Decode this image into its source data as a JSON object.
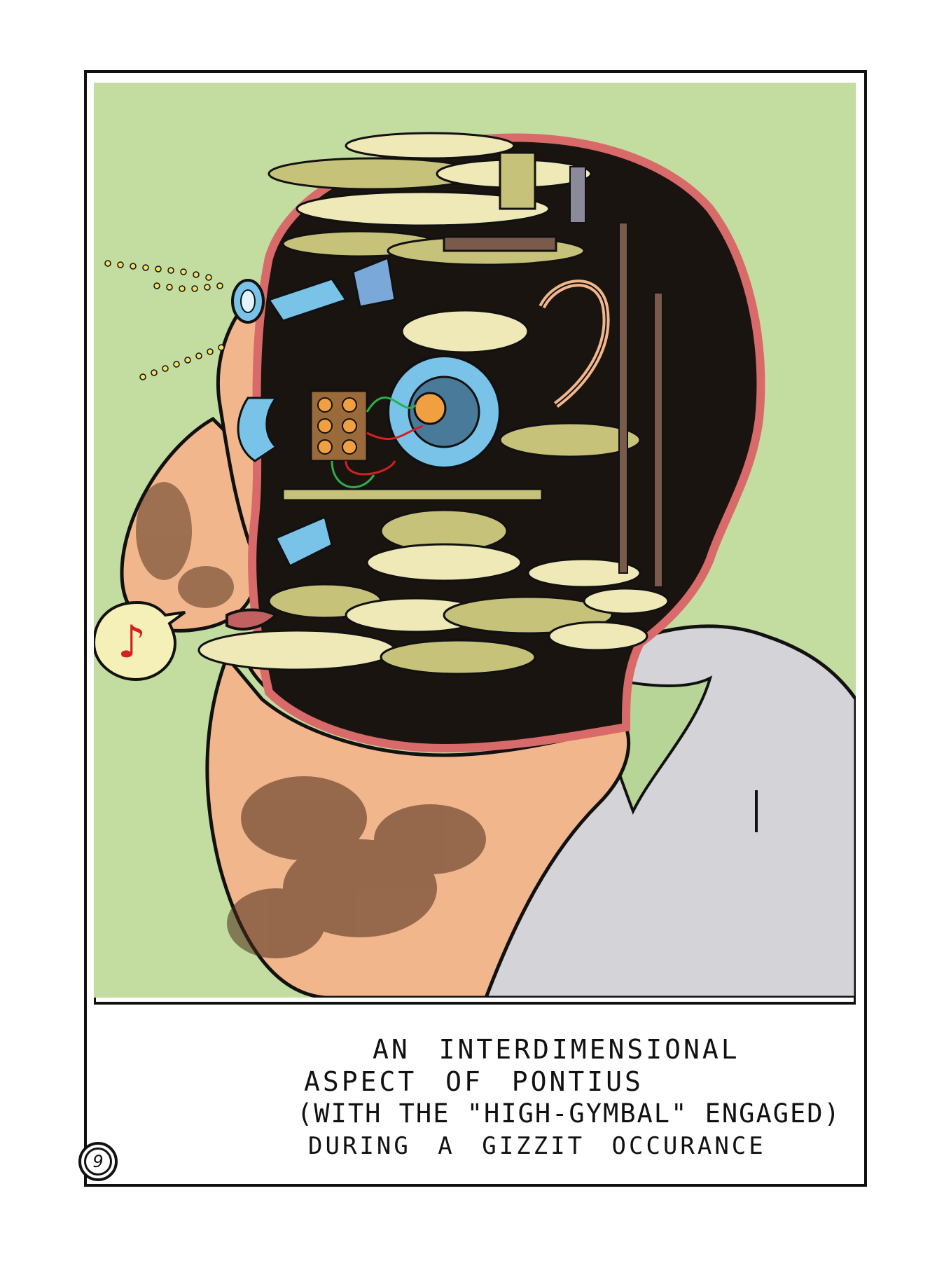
{
  "caption": {
    "line1": "AN INTERDIMENSIONAL",
    "line2": "ASPECT OF PONTIUS",
    "line3": "(WITH THE \"HIGH-GYMBAL\" ENGAGED)",
    "line4": "DURING A GIZZIT OCCURANCE"
  },
  "page_number": "9",
  "speech_bubble": {
    "glyph": "♪"
  },
  "colors": {
    "background": "#c3dca0",
    "skin": "#f2b68c",
    "head_outline": "#d96a6a",
    "machinery_dark": "#1a1410",
    "gear_olive": "#c7c27a",
    "gear_cream": "#efe9b8",
    "shirt": "#d4d4d8",
    "blue_parts": "#79c3e8",
    "note_red": "#d42020"
  },
  "icons": {
    "note": "music-note-icon",
    "eye_rays": "eye-ray-dots-icon"
  }
}
